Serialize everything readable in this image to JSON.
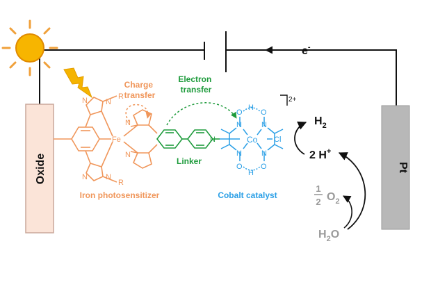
{
  "electrodes": {
    "anode_label": "Oxide",
    "cathode_label": "Pt"
  },
  "circuit": {
    "electron_label": "e",
    "electron_superscript": "-"
  },
  "labels": {
    "charge_transfer": [
      "Charge",
      "transfer"
    ],
    "electron_transfer": [
      "Electron",
      "transfer"
    ],
    "linker": "Linker",
    "iron_photosensitizer": "Iron photosensitizer",
    "cobalt_catalyst": "Cobalt catalyst",
    "charge_superscript": "2+"
  },
  "chemistry": {
    "h2": "H",
    "h2_sub": "2",
    "h_plus": "2 H",
    "h_plus_sup": "+",
    "half_num": "1",
    "half_den": "2",
    "o2": "O",
    "o2_sub": "2",
    "water": "H",
    "water_sub": "2",
    "water_o": "O"
  },
  "atoms": {
    "fe": "Fe",
    "co": "Co",
    "cl": "Cl",
    "n": "N",
    "r": "R",
    "o": "O",
    "h": "H"
  },
  "colors": {
    "iron": "#f0965a",
    "linker": "#1e9b3c",
    "cobalt": "#2a9fe6",
    "anode_fill": "#fbe4d8",
    "anode_stroke": "#c9a79a",
    "cathode_fill": "#b7b7b7",
    "sun": "#f5a800",
    "sun_ray": "#f0a03a",
    "bolt": "#f5b400",
    "grey_text": "#9a9a9a",
    "ink": "#111111"
  }
}
